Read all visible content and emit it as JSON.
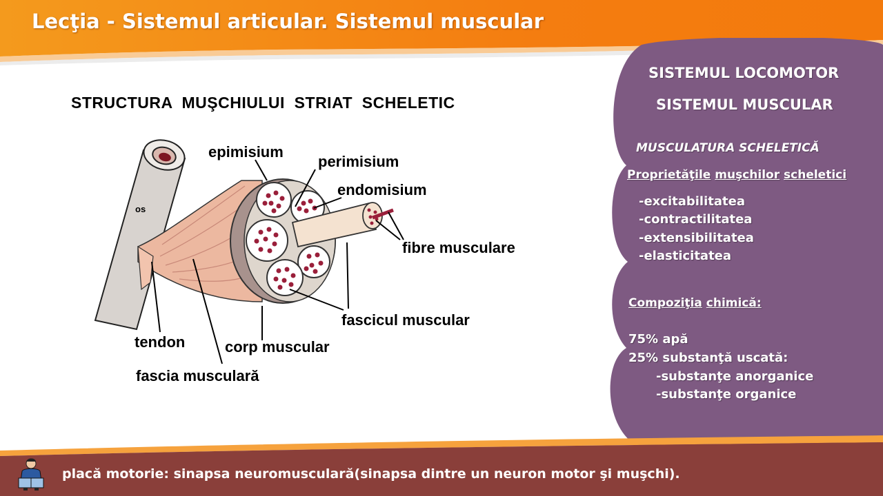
{
  "header": {
    "title": "Lecţia - Sistemul articular. Sistemul muscular"
  },
  "diagram": {
    "title": "STRUCTURA  MUŞCHIULUI  STRIAT  SCHELETIC",
    "labels": {
      "os": "os",
      "epimisium": "epimisium",
      "perimisium": "perimisium",
      "endomisium": "endomisium",
      "fibre": "fibre musculare",
      "fascicul": "fascicul muscular",
      "tendon": "tendon",
      "corp": "corp muscular",
      "fascia": "fascia musculară"
    }
  },
  "panel": {
    "heading1": "SISTEMUL LOCOMOTOR",
    "heading2": "SISTEMUL MUSCULAR",
    "subheading": "MUSCULATURA SCHELETICĂ",
    "properties_title": [
      "Proprietăţile",
      "muşchilor",
      "scheletici"
    ],
    "properties": [
      "-excitabilitatea",
      "-contractilitatea",
      "-extensibilitatea",
      "-elasticitatea"
    ],
    "composition_title": [
      "Compoziţia",
      "chimică:"
    ],
    "composition": [
      "75% apă",
      "25% substanţă uscată:",
      "-substanţe anorganice",
      "-substanţe organice"
    ]
  },
  "footer": {
    "text": "placă motorie: sinapsa neuromusculară(sinapsa dintre un neuron motor şi muşchi)."
  },
  "colors": {
    "header_orange": "#f5820f",
    "panel_purple": "#7e5a82",
    "footer_brown": "#8a3f3a",
    "muscle_pink": "#ecb8a0",
    "fiber_red": "#9a1f3a"
  }
}
